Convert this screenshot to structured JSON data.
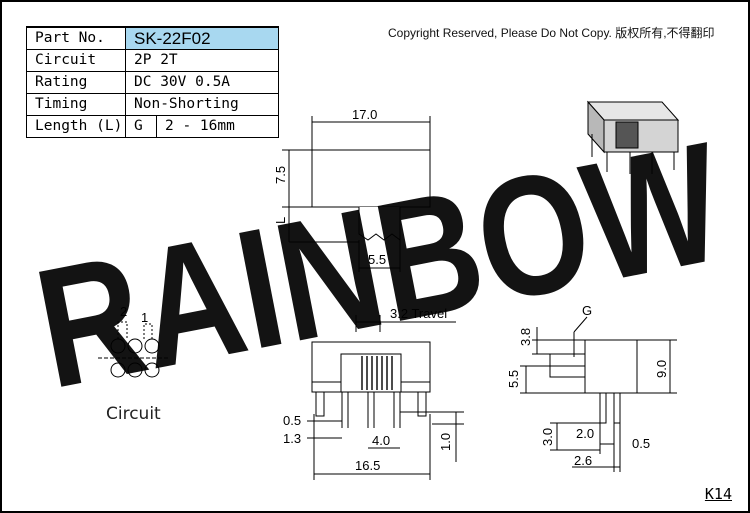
{
  "spec_table": {
    "rows": [
      {
        "label": "Part No.",
        "value": "SK-22F02"
      },
      {
        "label": "Circuit",
        "value": "2P 2T"
      },
      {
        "label": "Rating",
        "value": "DC 30V 0.5A"
      },
      {
        "label": "Timing",
        "value": "Non-Shorting"
      },
      {
        "label": "Length (L)",
        "value_prefix": "G",
        "value": "2 - 16mm"
      }
    ]
  },
  "copyright": "Copyright Reserved, Please Do Not Copy. 版权所有,不得翻印",
  "watermark": "RAINBOW",
  "colors": {
    "watermark": "#7fd2b8",
    "highlight": "#a8d8f0"
  },
  "top_view": {
    "width_dim": "17.0",
    "height_dim": "7.5",
    "length_dim": "L",
    "actuator_dim": "5.5"
  },
  "front_view": {
    "travel_dim": "3.2 Travel",
    "pin_width_dim": "0.5",
    "pin_offset_dim": "1.3",
    "pitch_dim": "4.0",
    "total_width_dim": "16.5",
    "pin_length_dim": "1.0"
  },
  "side_view": {
    "g_label": "G",
    "dim_3_8": "3.8",
    "dim_5_5": "5.5",
    "dim_9_0": "9.0",
    "dim_3_0": "3.0",
    "dim_2_0": "2.0",
    "dim_0_5": "0.5",
    "dim_2_6": "2.6"
  },
  "circuit": {
    "label": "Circuit",
    "pin_2": "2",
    "pin_1": "1"
  },
  "drawing_code": "K14"
}
